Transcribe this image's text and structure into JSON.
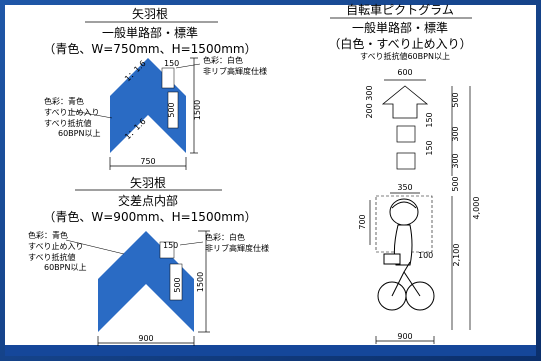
{
  "colors": {
    "arrow_blue": "#2a6bc4",
    "frame": "#1f57a8",
    "frame_dark": "#0b2f6b"
  },
  "panel_a": {
    "title": "矢羽根",
    "subtitle": "一般単路部・標準",
    "spec": "（青色、W=750mm、H=1500mm）",
    "note_right_1": "色彩：白色",
    "note_right_2": "非リブ高輝度仕様",
    "note_left_1": "色彩：青色",
    "note_left_2": "すべり止め入り",
    "note_left_3": "すべり抵抗値",
    "note_left_4": "60BPN以上",
    "dim_150": "150",
    "dim_500": "500",
    "dim_1500": "1500",
    "dim_750": "750",
    "slope_top": "1：1.6",
    "slope_bottom": "1：1.6"
  },
  "panel_b": {
    "title": "矢羽根",
    "subtitle": "交差点内部",
    "spec": "（青色、W=900mm、H=1500mm）",
    "note_left_1": "色彩：青色",
    "note_left_2": "すべり止め入り",
    "note_left_3": "すべり抵抗値",
    "note_left_4": "60BPN以上",
    "note_right_1": "色彩：白色",
    "note_right_2": "非リブ高輝度仕様",
    "dim_150": "150",
    "dim_500": "500",
    "dim_1500": "1500",
    "dim_900": "900"
  },
  "panel_c": {
    "title": "自転車ピクトグラム",
    "subtitle": "一般単路部・標準",
    "spec": "（白色・すべり止め入り）",
    "note": "すべり抵抗値60BPN以上",
    "dim_600": "600",
    "dim_200_300": "200 300",
    "dim_500_top": "500",
    "dim_150_a": "150",
    "dim_300_a": "300",
    "dim_150_b": "150",
    "dim_300_b": "300",
    "dim_500_mid": "500",
    "dim_350": "350",
    "dim_700": "700",
    "dim_100": "100",
    "dim_4000": "4,000",
    "dim_2100": "2,100",
    "dim_900": "900"
  }
}
